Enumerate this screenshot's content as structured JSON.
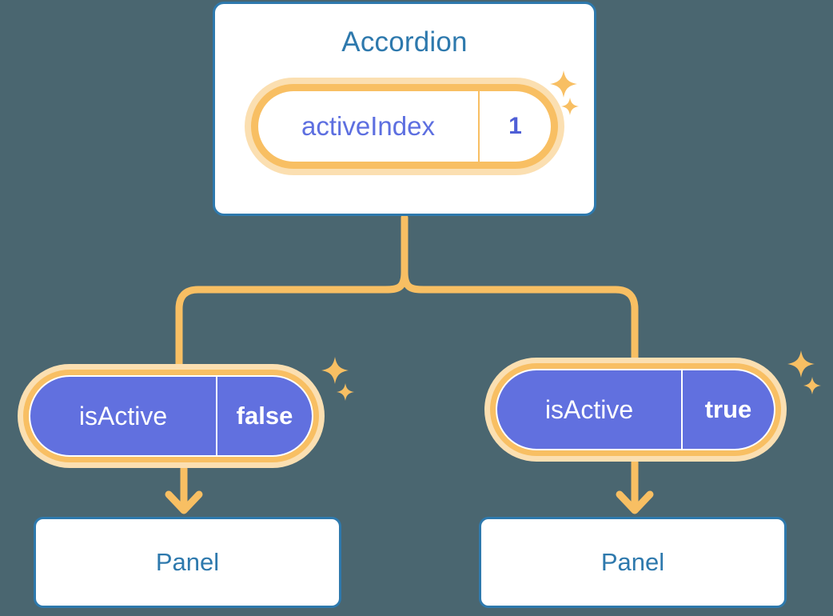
{
  "diagram": {
    "type": "component-tree",
    "background_color": "#4A6670",
    "accent_orange": "#F8BF63",
    "accent_orange_light": "#FBDFB1",
    "accent_blue": "#2E79AD",
    "accent_purple": "#6170DF"
  },
  "parent": {
    "title": "Accordion",
    "state_pill": {
      "key": "activeIndex",
      "value": "1"
    }
  },
  "children": [
    {
      "prop_pill": {
        "key": "isActive",
        "value": "false"
      },
      "panel_label": "Panel"
    },
    {
      "prop_pill": {
        "key": "isActive",
        "value": "true"
      },
      "panel_label": "Panel"
    }
  ],
  "icons": {
    "sparkle": "sparkle-icon"
  }
}
